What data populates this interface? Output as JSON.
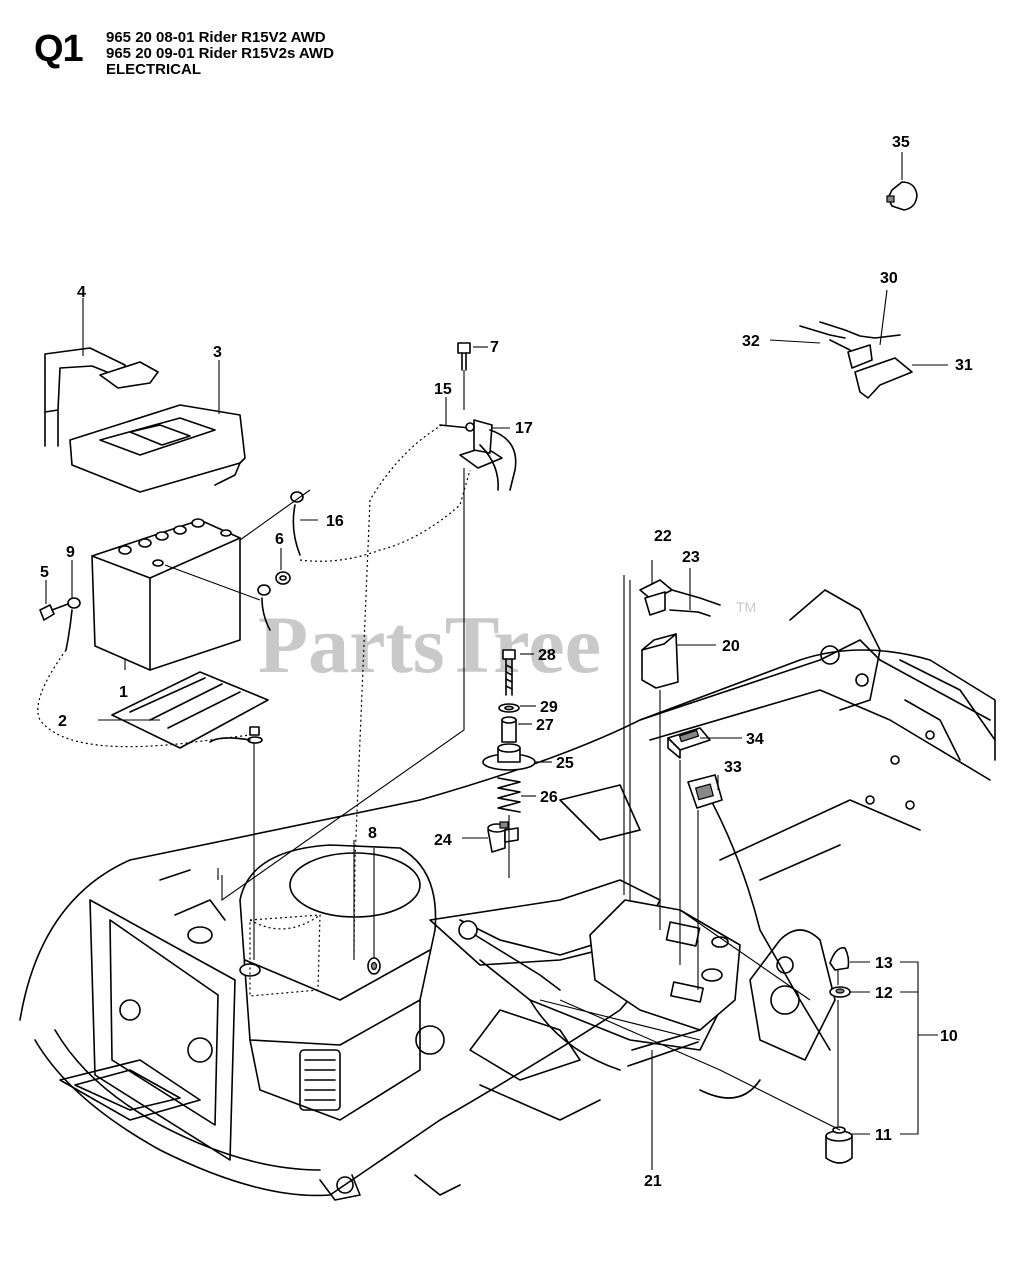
{
  "header": {
    "page_code": "Q1",
    "title_line_1": "965 20 08-01 Rider R15V2 AWD",
    "title_line_2": "965 20 09-01 Rider R15V2s AWD",
    "title_line_3": "ELECTRICAL"
  },
  "watermark": {
    "text": "PartsTree",
    "trademark": "TM"
  },
  "callouts": {
    "c1": "1",
    "c2": "2",
    "c3": "3",
    "c4": "4",
    "c5": "5",
    "c6": "6",
    "c7": "7",
    "c8": "8",
    "c9": "9",
    "c10": "10",
    "c11": "11",
    "c12": "12",
    "c13": "13",
    "c15": "15",
    "c16": "16",
    "c17": "17",
    "c20": "20",
    "c21": "21",
    "c22": "22",
    "c23": "23",
    "c24": "24",
    "c25": "25",
    "c26": "26",
    "c27": "27",
    "c28": "28",
    "c29": "29",
    "c30": "30",
    "c31": "31",
    "c32": "32",
    "c33": "33",
    "c34": "34",
    "c35": "35"
  }
}
